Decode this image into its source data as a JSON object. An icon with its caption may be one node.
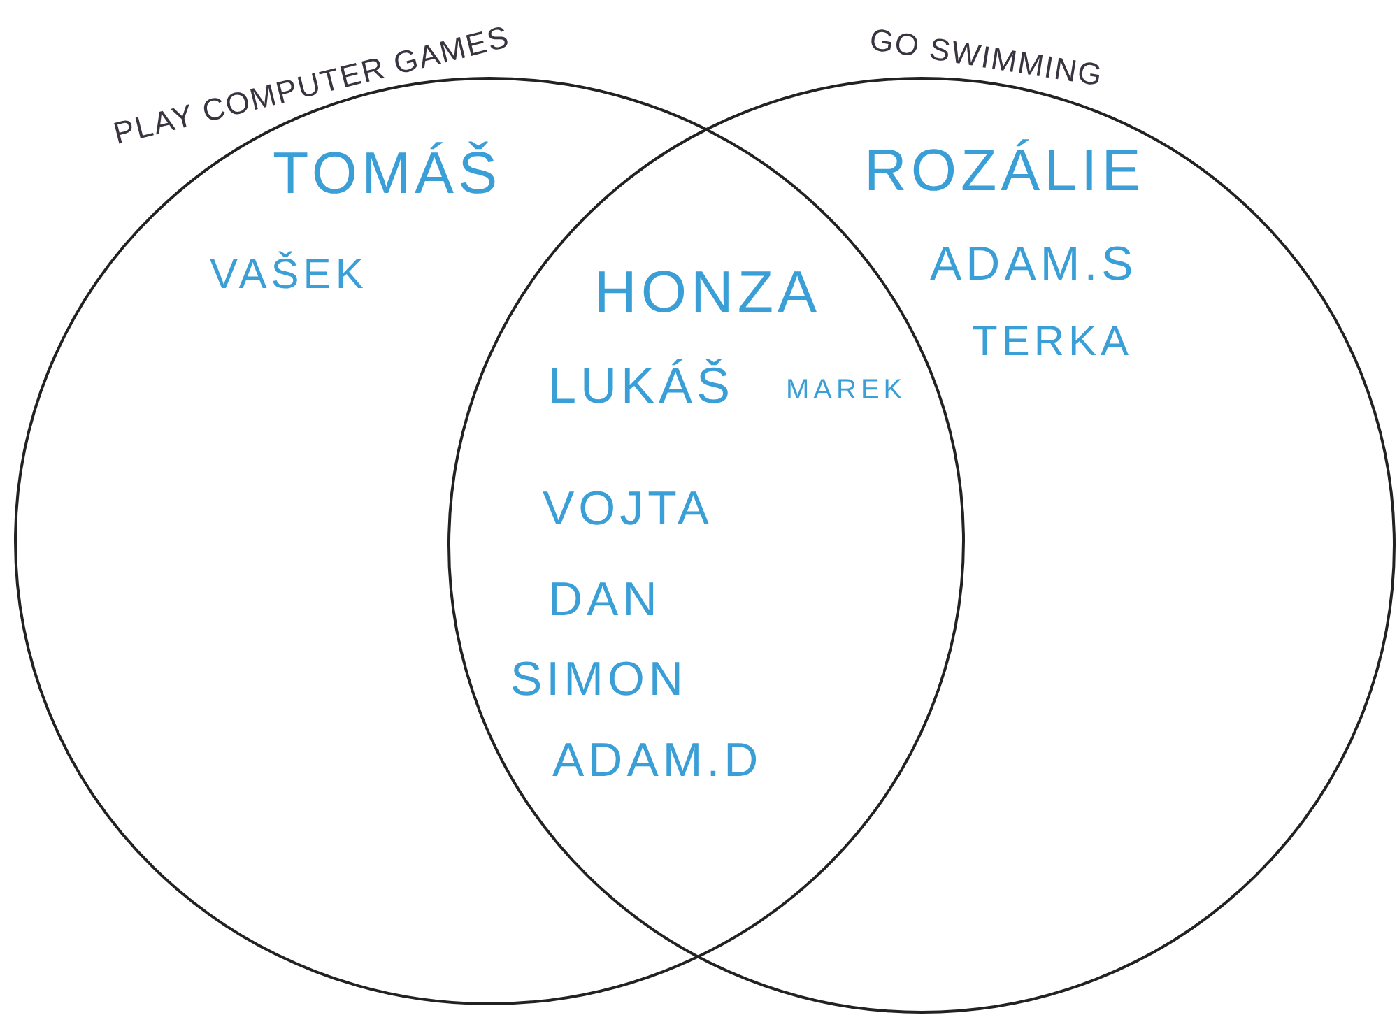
{
  "diagram": {
    "nodes": [
      {
        "text": [
          "PLAY COMPUTER GAMES"
        ]
      },
      {
        "text": [
          "GO SWIMMING"
        ]
      }
    ],
    "labels": [
      "TOMÁŠ",
      "ROZÁLIE",
      "VAŠEK",
      "HONZA",
      "ADAM.S",
      "TERKA",
      "LUKÁŠ",
      "MAREK",
      "VOJTA",
      "DAN",
      "SIMON",
      "ADAM.D"
    ]
  }
}
